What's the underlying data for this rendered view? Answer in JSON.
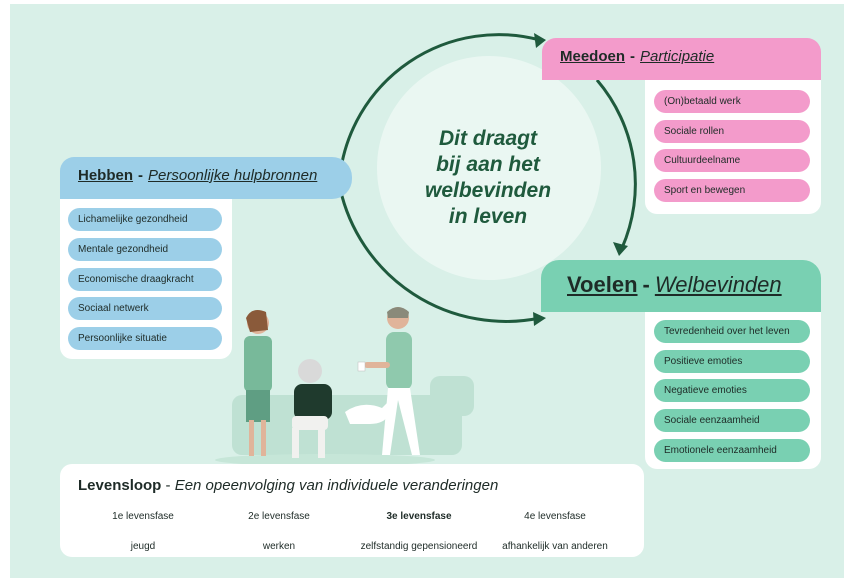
{
  "center": {
    "lines": [
      "Dit draagt",
      "bij aan het",
      "welbevinden",
      "in leven"
    ]
  },
  "hebben": {
    "title": "Hebben",
    "separator": "-",
    "subtitle": "Persoonlijke hulpbronnen",
    "items": [
      "Lichamelijke gezondheid",
      "Mentale gezondheid",
      "Economische draagkracht",
      "Sociaal netwerk",
      "Persoonlijke situatie"
    ]
  },
  "meedoen": {
    "title": "Meedoen",
    "separator": "-",
    "subtitle": "Participatie",
    "items": [
      "(On)betaald werk",
      "Sociale rollen",
      "Cultuurdeelname",
      "Sport en bewegen"
    ]
  },
  "voelen": {
    "title": "Voelen",
    "separator": "-",
    "subtitle": "Welbevinden",
    "items": [
      "Tevredenheid over het leven",
      "Positieve emoties",
      "Negatieve emoties",
      "Sociale eenzaamheid",
      "Emotionele eenzaamheid"
    ]
  },
  "levensloop": {
    "title": "Levensloop",
    "separator": "-",
    "subtitle": "Een opeenvolging van individuele veranderingen",
    "phases": [
      {
        "label": "1e levensfase",
        "description": "jeugd"
      },
      {
        "label": "2e levensfase",
        "description": "werken"
      },
      {
        "label": "3e levensfase",
        "description": "zelfstandig gepensioneerd"
      },
      {
        "label": "4e levensfase",
        "description": "afhankelijk van anderen"
      }
    ]
  },
  "colors": {
    "background": "#d9f0e8",
    "hebben": "#9ccfe8",
    "meedoen": "#f39bcb",
    "voelen": "#79d0b2",
    "arrows": "#1f5a3d",
    "phase_4_marker": "#e4563b"
  }
}
